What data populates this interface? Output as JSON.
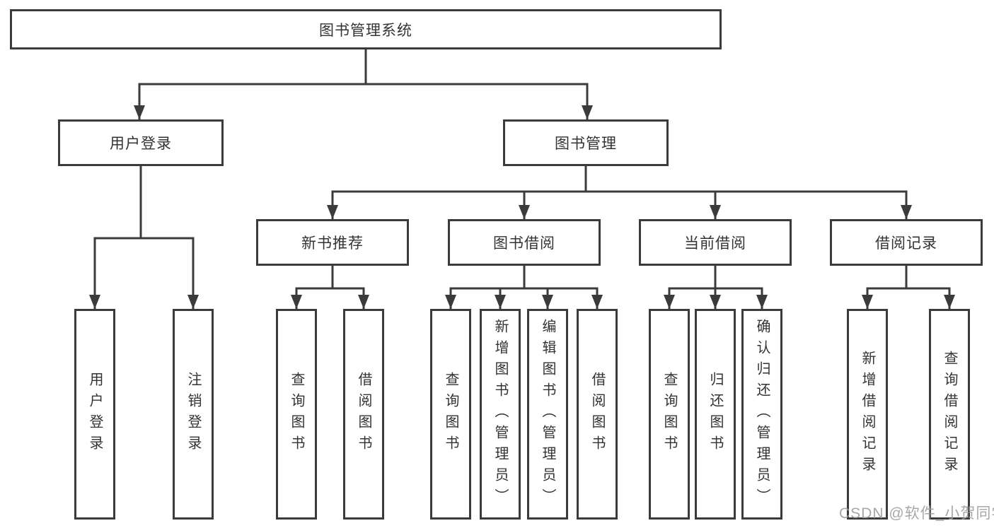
{
  "colors": {
    "line": "#3b3b3b",
    "border": "#3b3b3b",
    "text": "#333333",
    "background": "#ffffff",
    "watermark": "#9e9e9e"
  },
  "watermark": {
    "text": "CSDN @软件_小贺同学"
  },
  "diagram": {
    "type": "hierarchy-tree",
    "root": {
      "label": "图书管理系统"
    },
    "branches": [
      {
        "label": "用户登录",
        "children": [
          {
            "label": "用户登录"
          },
          {
            "label": "注销登录"
          }
        ]
      },
      {
        "label": "图书管理",
        "children": [
          {
            "label": "新书推荐",
            "children": [
              {
                "label": "查询图书"
              },
              {
                "label": "借阅图书"
              }
            ]
          },
          {
            "label": "图书借阅",
            "children": [
              {
                "label": "查询图书"
              },
              {
                "label": "新增图书（管理员）"
              },
              {
                "label": "编辑图书（管理员）"
              },
              {
                "label": "借阅图书"
              }
            ]
          },
          {
            "label": "当前借阅",
            "children": [
              {
                "label": "查询图书"
              },
              {
                "label": "归还图书"
              },
              {
                "label": "确认归还（管理员）"
              }
            ]
          },
          {
            "label": "借阅记录",
            "children": [
              {
                "label": "新增借阅记录"
              },
              {
                "label": "查询借阅记录"
              }
            ]
          }
        ]
      }
    ]
  }
}
